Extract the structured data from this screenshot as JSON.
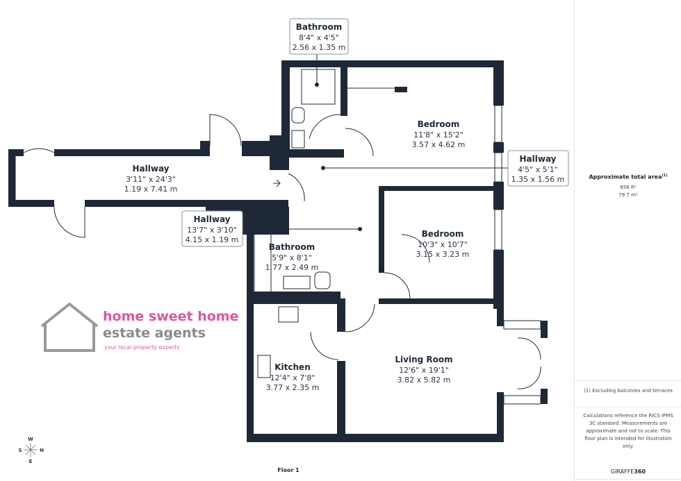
{
  "rooms": {
    "bathroom_top": {
      "name": "Bathroom",
      "imperial": "8'4\" x 4'5\"",
      "metric": "2.56 x 1.35 m"
    },
    "bedroom_top": {
      "name": "Bedroom",
      "imperial": "11'8\" x 15'2\"",
      "metric": "3.57 x 4.62 m"
    },
    "hallway_right": {
      "name": "Hallway",
      "imperial": "4'5\" x 5'1\"",
      "metric": "1.35 x 1.56 m"
    },
    "hallway_left": {
      "name": "Hallway",
      "imperial": "3'11\" x 24'3\"",
      "metric": "1.19 x 7.41 m"
    },
    "hallway_mid": {
      "name": "Hallway",
      "imperial": "13'7\" x 3'10\"",
      "metric": "4.15 x 1.19 m"
    },
    "bathroom_mid": {
      "name": "Bathroom",
      "imperial": "5'9\" x 8'1\"",
      "metric": "1.77 x 2.49 m"
    },
    "bedroom_mid": {
      "name": "Bedroom",
      "imperial": "10'3\" x 10'7\"",
      "metric": "3.15 x 3.23 m"
    },
    "kitchen": {
      "name": "Kitchen",
      "imperial": "12'4\" x 7'8\"",
      "metric": "3.77 x 2.35 m"
    },
    "living": {
      "name": "Living Room",
      "imperial": "12'6\" x 19'1\"",
      "metric": "3.82 x 5.82 m"
    }
  },
  "floor_label": "Floor 1",
  "compass": {
    "top": "W",
    "left": "S",
    "right": "N",
    "bottom": "E"
  },
  "sidebar": {
    "area_title": "Approximate total area",
    "area_note_marker": "(1)",
    "area_sqft": "858 ft²",
    "area_sqm": "79.7 m²",
    "footnote": "(1) Excluding balconies and terraces",
    "disclaimer": "Calculations reference the RICS IPMS 3C standard. Measurements are approximate and not to scale. This floor plan is intended for illustration only.",
    "brand_a": "GIRAFFE",
    "brand_b": "360"
  },
  "watermark": {
    "line1": "home sweet home",
    "line2": "estate agents",
    "line3": "your local property experts"
  },
  "colors": {
    "wall": "#1f2836",
    "watermark_pink": "#e0569b",
    "watermark_gray": "#8a8a8a"
  }
}
